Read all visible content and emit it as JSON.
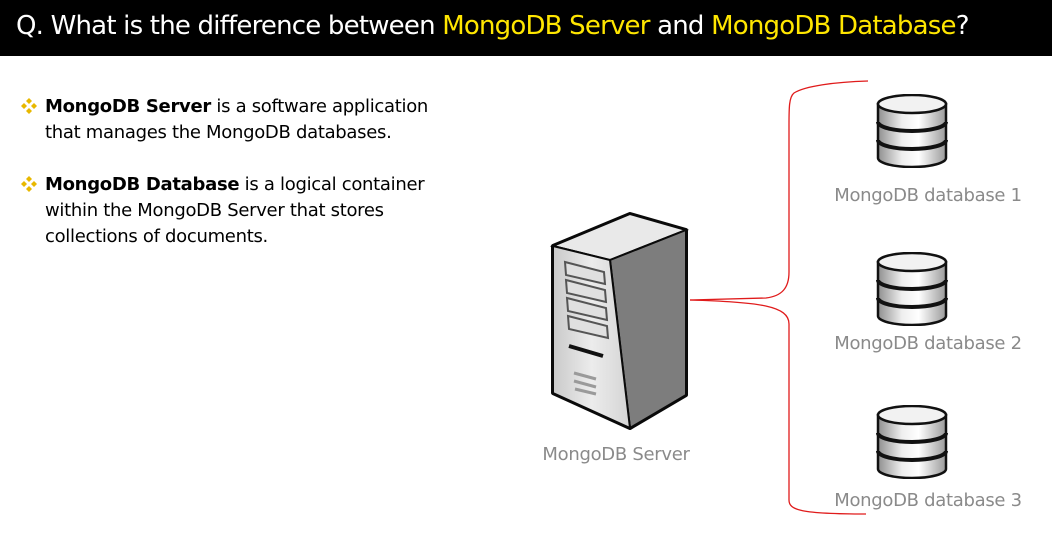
{
  "title": {
    "prefix": "Q. What is the difference between ",
    "term1": "MongoDB Server",
    "middle": " and ",
    "term2": "MongoDB Database",
    "suffix": "?"
  },
  "bullets": [
    {
      "term": "MongoDB Server",
      "text": " is a software application that manages the MongoDB databases."
    },
    {
      "term": "MongoDB Database",
      "text": " is a logical container within the MongoDB Server that stores collections of documents."
    }
  ],
  "diagram": {
    "server_label": "MongoDB Server",
    "databases": [
      {
        "label": "MongoDB database 1"
      },
      {
        "label": "MongoDB database 2"
      },
      {
        "label": "MongoDB database 3"
      }
    ]
  },
  "colors": {
    "title_bg": "#000000",
    "highlight": "#ffe600",
    "bullet_icon": "#e8b800",
    "connector": "#e01b1b",
    "label_gray": "#8a8a8a"
  }
}
